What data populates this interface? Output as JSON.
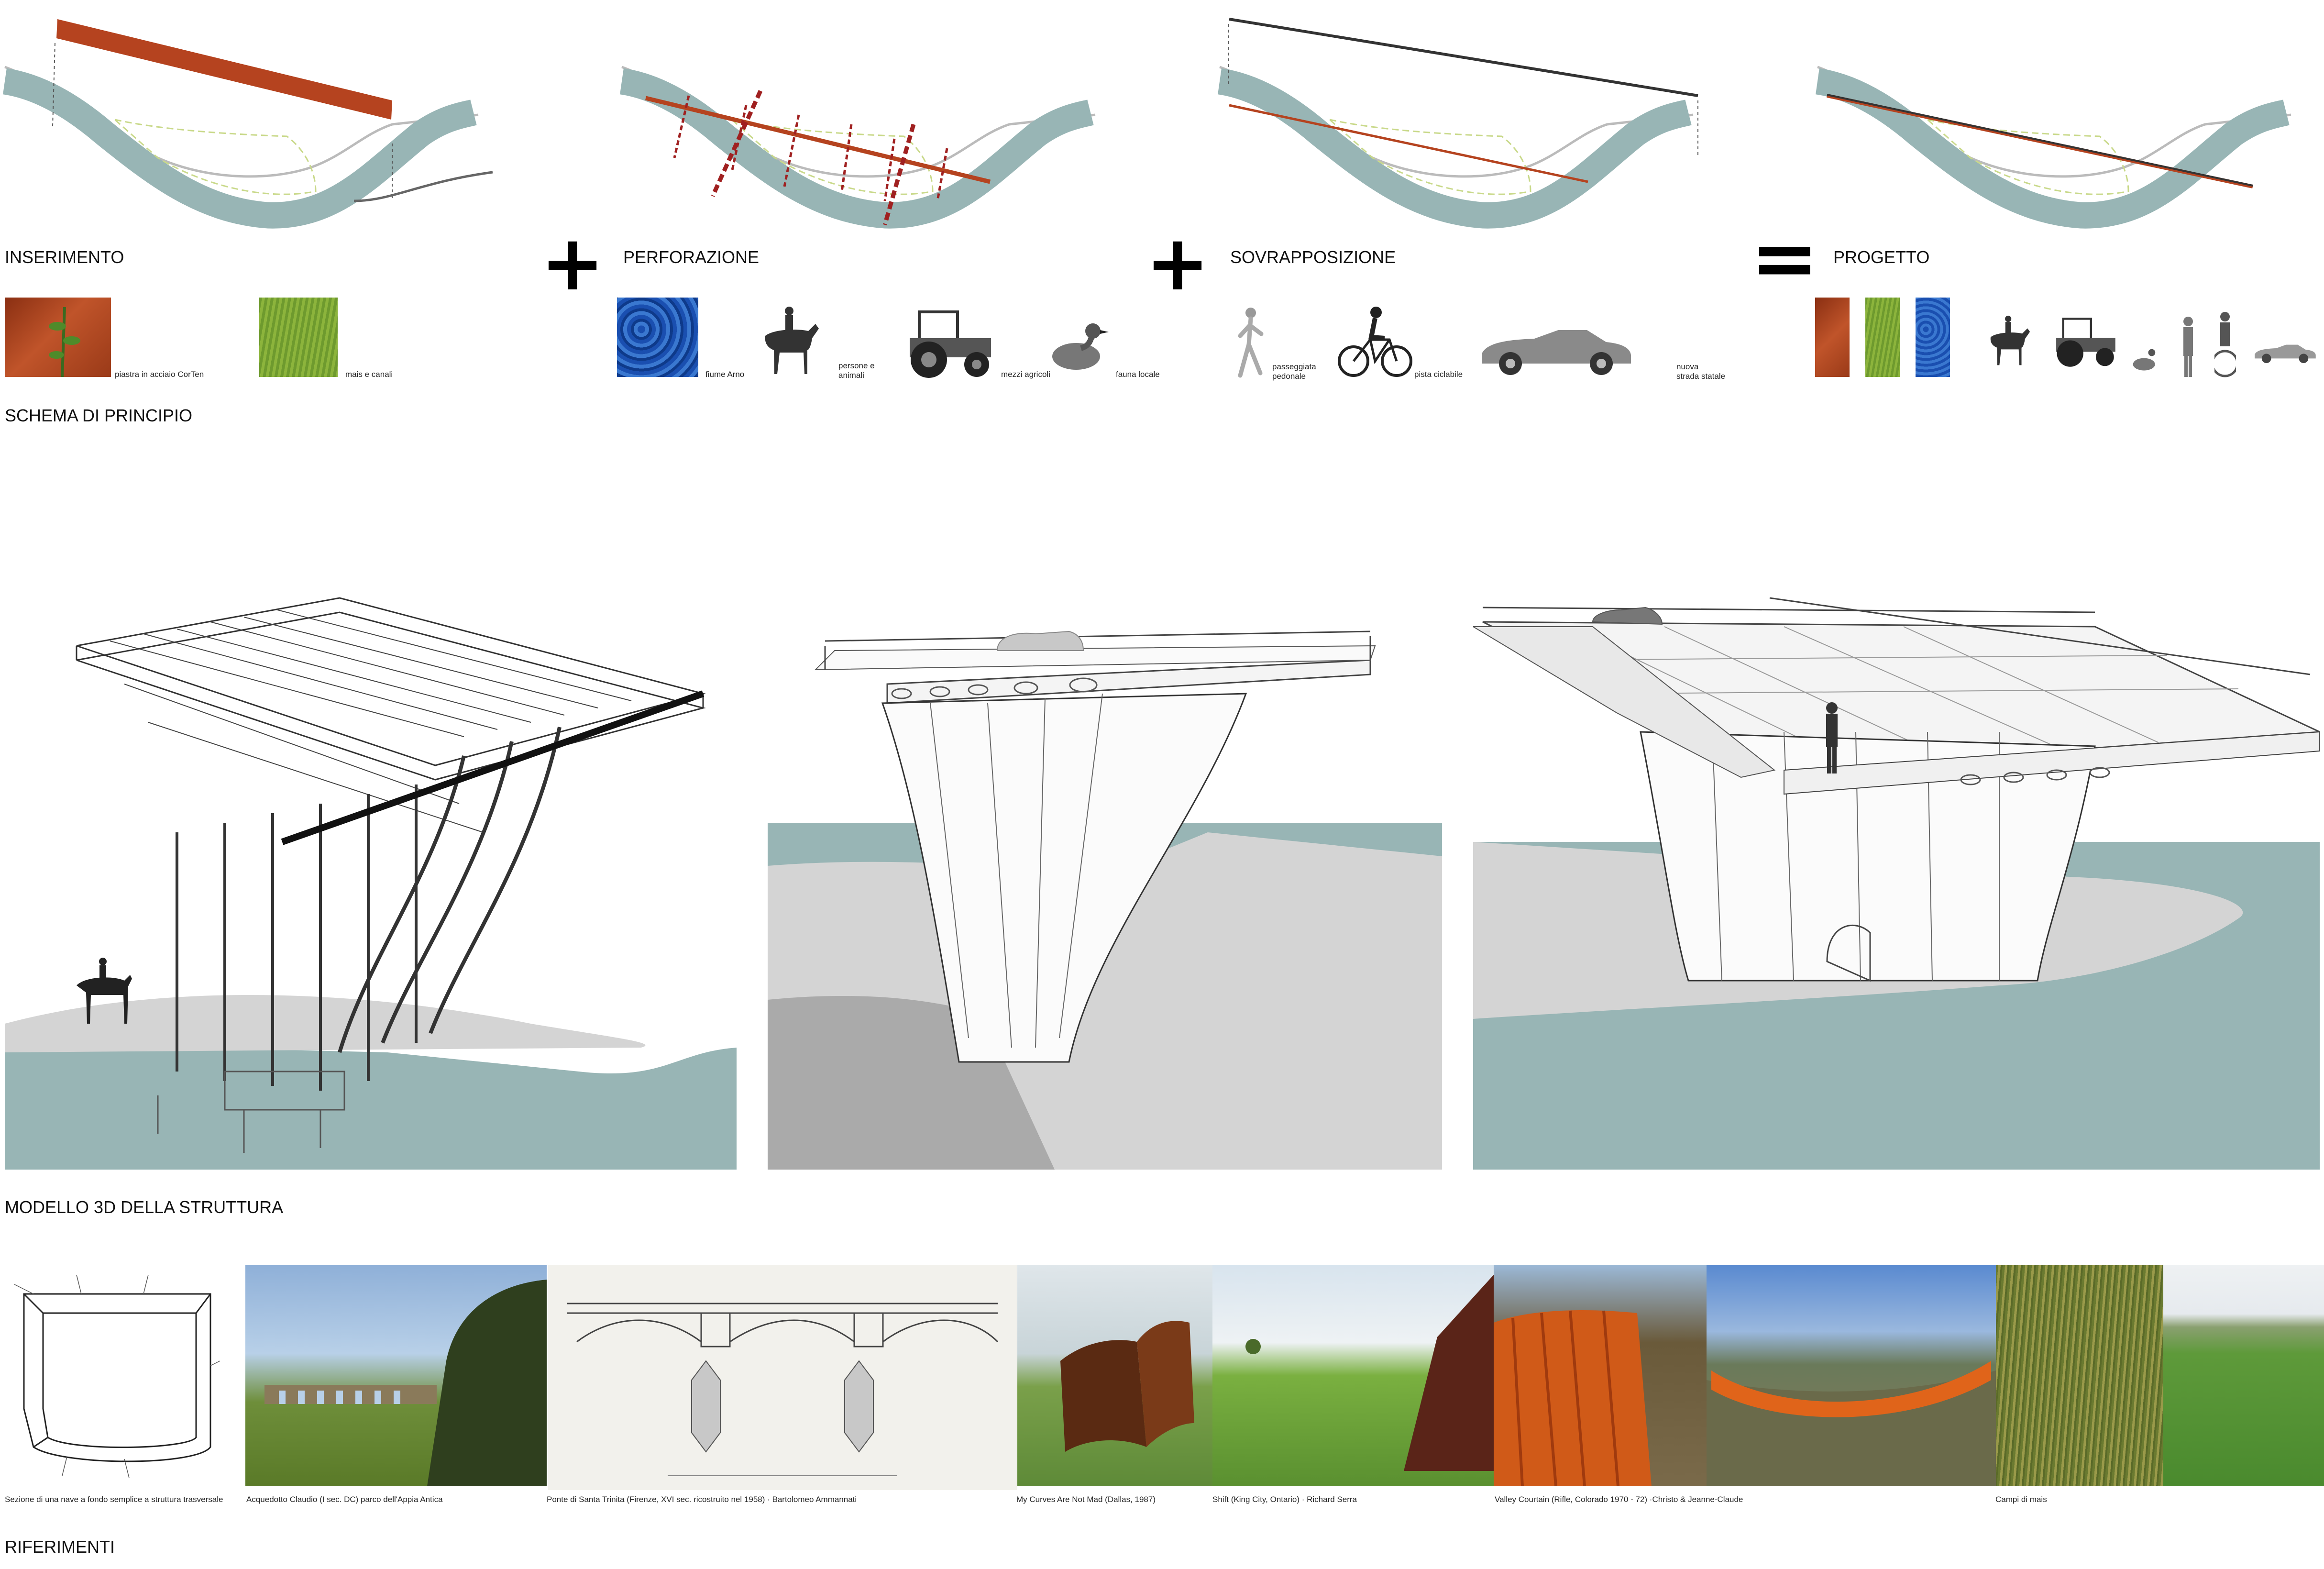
{
  "schema": {
    "steps": [
      {
        "label": "INSERIMENTO",
        "operator": "+"
      },
      {
        "label": "PERFORAZIONE",
        "operator": "+"
      },
      {
        "label": "SOVRAPPOSIZIONE",
        "operator": "="
      },
      {
        "label": "PROGETTO",
        "operator": ""
      }
    ],
    "captions": {
      "corten": "piastra in acciaio CorTen",
      "mais": "mais e canali",
      "arno": "fiume Arno",
      "persone": "persone e\nanimali",
      "mezzi": "mezzi agricoli",
      "fauna": "fauna locale",
      "passeggiata": "passeggiata\npedonale",
      "ciclabile": "pista ciclabile",
      "statale": "nuova\nstrada statale"
    },
    "title": "SCHEMA DI PRINCIPIO"
  },
  "model": {
    "title": "MODELLO 3D DELLA STRUTTURA"
  },
  "references": {
    "title": "RIFERIMENTI",
    "captions": [
      "Sezione di una nave a fondo semplice a struttura trasversale",
      "Acquedotto Claudio (I sec. DC)  parco dell'Appia Antica",
      "Ponte di Santa Trinita (Firenze, XVI sec. ricostruito nel 1958)  · Bartolomeo Ammannati",
      "My Curves Are Not Mad (Dallas, 1987)",
      "Shift (King City, Ontario)  ·  Richard Serra",
      "Valley Courtain (Rifle, Colorado 1970 - 72)  ·Christo & Jeanne-Claude",
      "Campi di mais"
    ]
  },
  "colors": {
    "river": "#98b5b5",
    "corten": "#b5431f",
    "field_hatch": "#c9d98a",
    "ground": "#d4d4d4"
  }
}
